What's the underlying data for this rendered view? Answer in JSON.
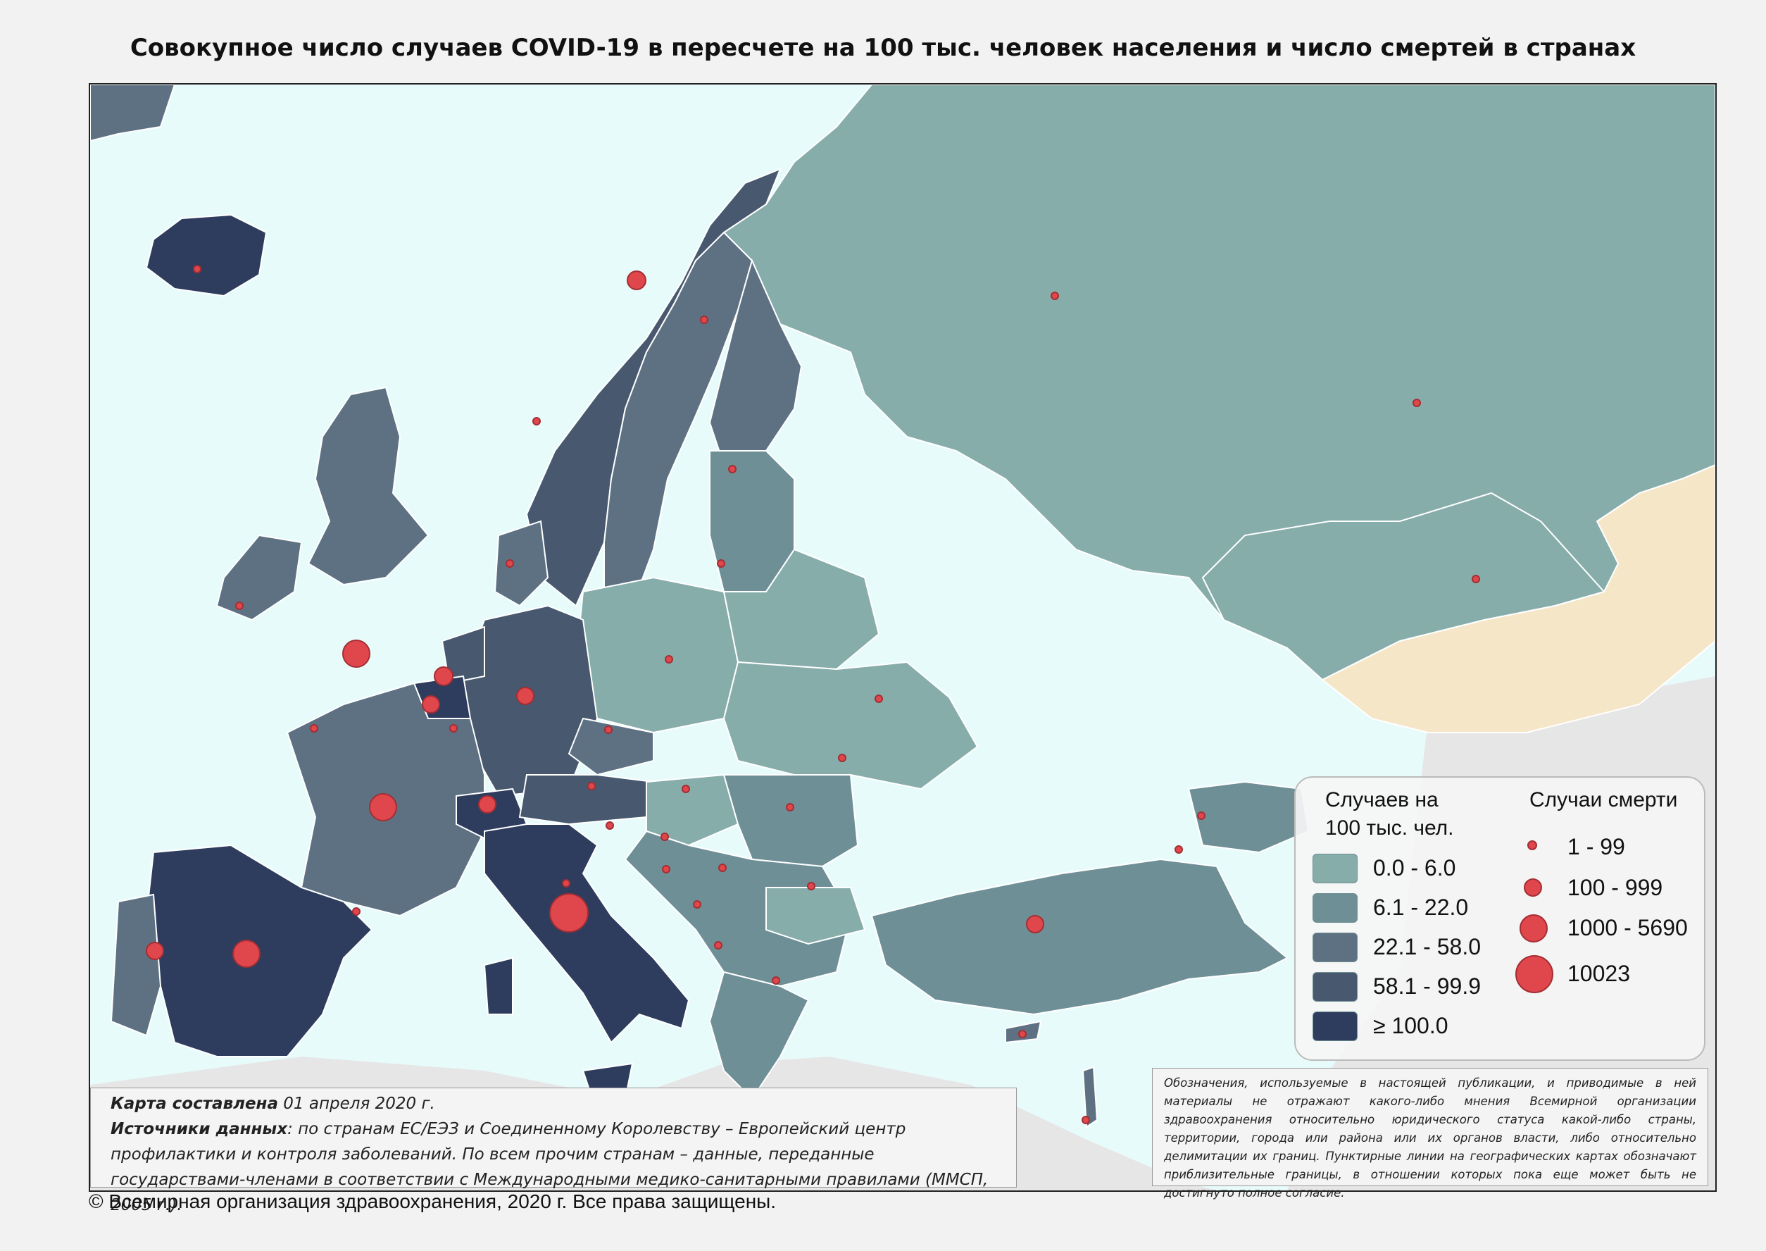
{
  "title": "Совокупное число случаев COVID-19 в пересчете на 100 тыс. человек населения и число смертей в странах",
  "colors": {
    "sea": "#e8fbfb",
    "land_other": "#e6e6e6",
    "china": "#f5e6c8",
    "border": "#ffffff",
    "death_marker": "#e0474c",
    "death_marker_edge": "#a32e33",
    "bins": [
      "#87adab",
      "#6f8f97",
      "#5e7183",
      "#47586f",
      "#2e3d5e"
    ]
  },
  "legend": {
    "cases_title_line1": "Случаев на",
    "cases_title_line2": "100 тыс. чел.",
    "deaths_title": "Случаи смерти",
    "case_bins": [
      "0.0 - 6.0",
      "6.1 - 22.0",
      "22.1 - 58.0",
      "58.1 - 99.9",
      "≥ 100.0"
    ],
    "death_bins": [
      "1 - 99",
      "100 - 999",
      "1000 - 5690",
      "10023"
    ]
  },
  "source": {
    "compiled_label": "Карта составлена",
    "compiled_date": " 01 апреля 2020 г.",
    "sources_label": "Источники данных",
    "sources_text": ": по странам ЕС/ЕЭЗ и Соединенному Королевству – Европейский центр профилактики и контроля заболеваний. По всем прочим странам – данные, переданные государствами-членами в соответствии с Международными медико-санитарными правилами (ММСП, 2005 г.)."
  },
  "disclaimer": "Обозначения, используемые в настоящей публикации, и приводимые в ней материалы не отражают какого-либо мнения Всемирной организации здравоохранения относительно юридического статуса какой-либо страны, территории, города или района или их органов власти, либо относительно делимитации их границ. Пунктирные линии на географических картах обозначают приблизительные границы, в отношении которых пока еще может быть не достигнуто полное согласие.",
  "copyright": "© Всемирная организация здравоохранения, 2020 г. Все права защищены."
}
